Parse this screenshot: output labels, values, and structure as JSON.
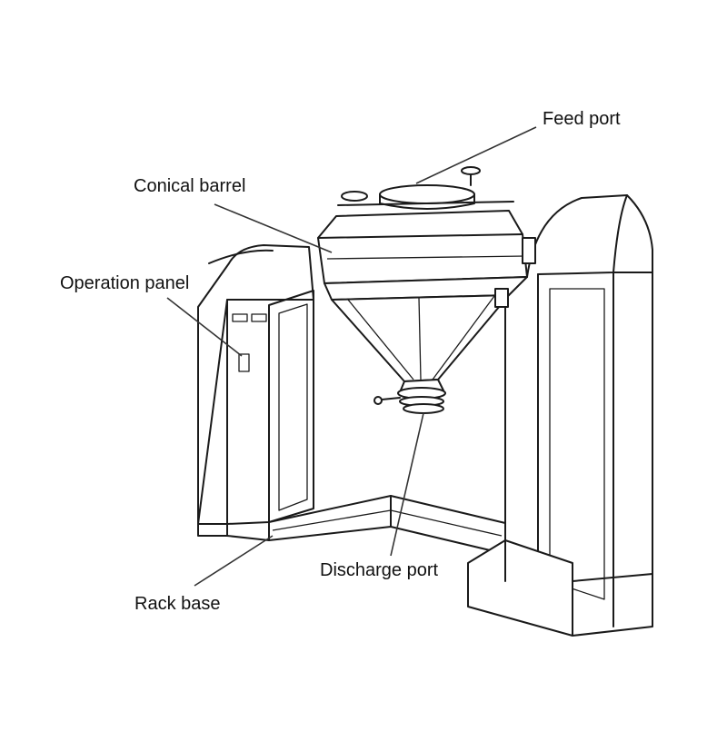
{
  "labels": {
    "feed_port": "Feed port",
    "conical_barrel": "Conical barrel",
    "operation_panel": "Operation panel",
    "discharge_port": "Discharge port",
    "rack_base": "Rack base"
  },
  "colors": {
    "background": "#ffffff",
    "line": "#1a1a1a",
    "text": "#111111"
  }
}
